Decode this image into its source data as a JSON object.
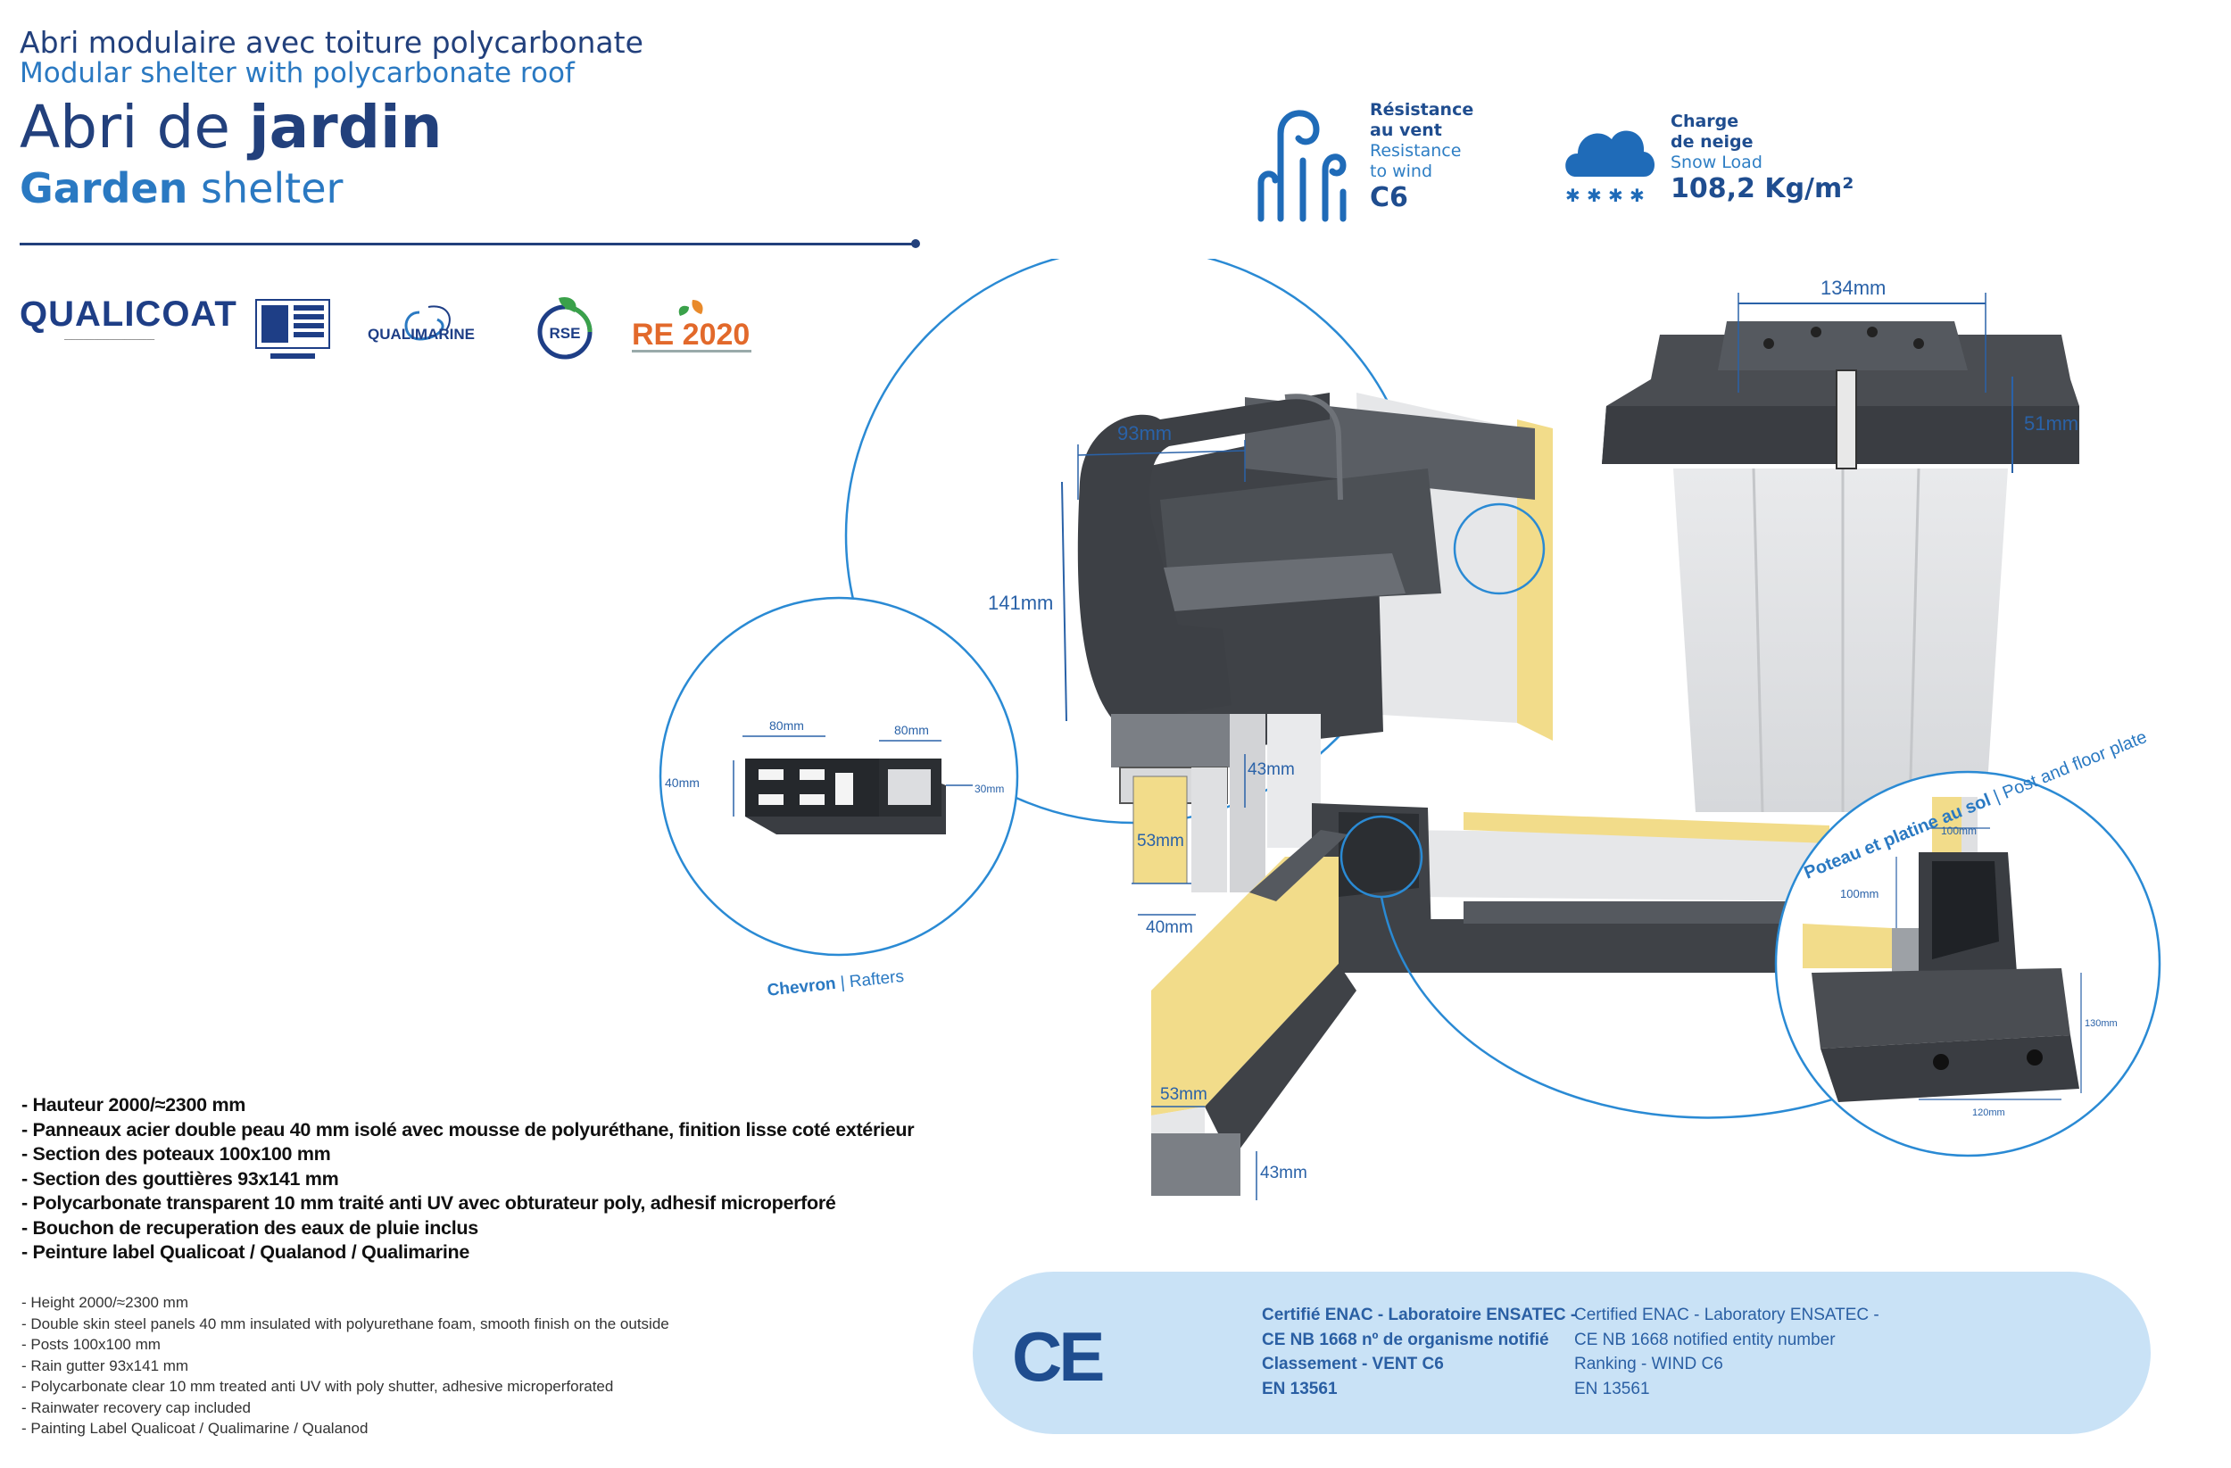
{
  "header": {
    "subtitle_fr": "Abri modulaire avec toiture polycarbonate",
    "subtitle_en": "Modular shelter with polycarbonate roof",
    "title_fr_light": "Abri de ",
    "title_fr_bold": "jardin",
    "title_en_bold": "Garden",
    "title_en_light": " shelter"
  },
  "logos": {
    "qualicoat": "QUALICOAT",
    "qualimarine": "QUALIMARINE",
    "rse": "RSE",
    "re2020": "RE 2020"
  },
  "specs": {
    "wind": {
      "label_fr_1": "Résistance",
      "label_fr_2": "au vent",
      "label_en_1": "Resistance",
      "label_en_2": "to wind",
      "value": "C6"
    },
    "snow": {
      "label_fr_1": "Charge",
      "label_fr_2": "de neige",
      "label_en": "Snow Load",
      "value": "108,2 Kg/m²"
    }
  },
  "dimensions": {
    "top_width": "134mm",
    "top_height": "51mm",
    "gutter_width": "93mm",
    "gutter_height": "141mm",
    "panel_a": "53mm",
    "panel_b": "43mm",
    "panel_c": "40mm",
    "panel_d": "53mm",
    "panel_e": "43mm",
    "rafter_w1": "80mm",
    "rafter_w2": "80mm",
    "rafter_h": "40mm",
    "rafter_small": "30mm",
    "post_top": "100mm",
    "post_side": "100mm",
    "plate_h": "130mm",
    "plate_w": "120mm"
  },
  "callouts": {
    "rafters_fr": "Chevron",
    "rafters_en": "Rafters",
    "post_fr": "Poteau et platine au sol",
    "post_en": "Post and floor plate"
  },
  "list_fr": [
    "- Hauteur 2000/≈2300 mm",
    "- Panneaux acier double peau 40 mm isolé avec mousse de polyuréthane, finition lisse coté extérieur",
    "- Section des poteaux 100x100 mm",
    "- Section des gouttières 93x141 mm",
    "- Polycarbonate transparent 10 mm traité anti UV avec obturateur poly, adhesif microperforé",
    "- Bouchon de recuperation des eaux de pluie inclus",
    "- Peinture label Qualicoat / Qualanod / Qualimarine"
  ],
  "list_en": [
    "- Height 2000/≈2300 mm",
    "- Double skin steel panels 40 mm insulated with polyurethane foam, smooth finish on the outside",
    "- Posts 100x100 mm",
    "- Rain gutter 93x141 mm",
    "- Polycarbonate clear 10 mm treated anti UV with poly shutter, adhesive microperforated",
    "- Rainwater recovery cap included",
    "- Painting Label Qualicoat / Qualimarine / Qualanod"
  ],
  "certification": {
    "ce": "CE",
    "fr": [
      "Certifié ENAC - Laboratoire ENSATEC -",
      "CE NB 1668 nº de organisme notifié",
      "Classement - VENT C6",
      "EN 13561"
    ],
    "en": [
      "Certified ENAC - Laboratory ENSATEC -",
      "CE NB 1668 notified entity number",
      "Ranking - WIND C6",
      "EN 13561"
    ]
  },
  "colors": {
    "navy": "#22407c",
    "blue": "#2a79c2",
    "banner": "#c9e2f6",
    "profile_grey": "#4a4d52",
    "insulation_yellow": "#f2dc8a"
  }
}
